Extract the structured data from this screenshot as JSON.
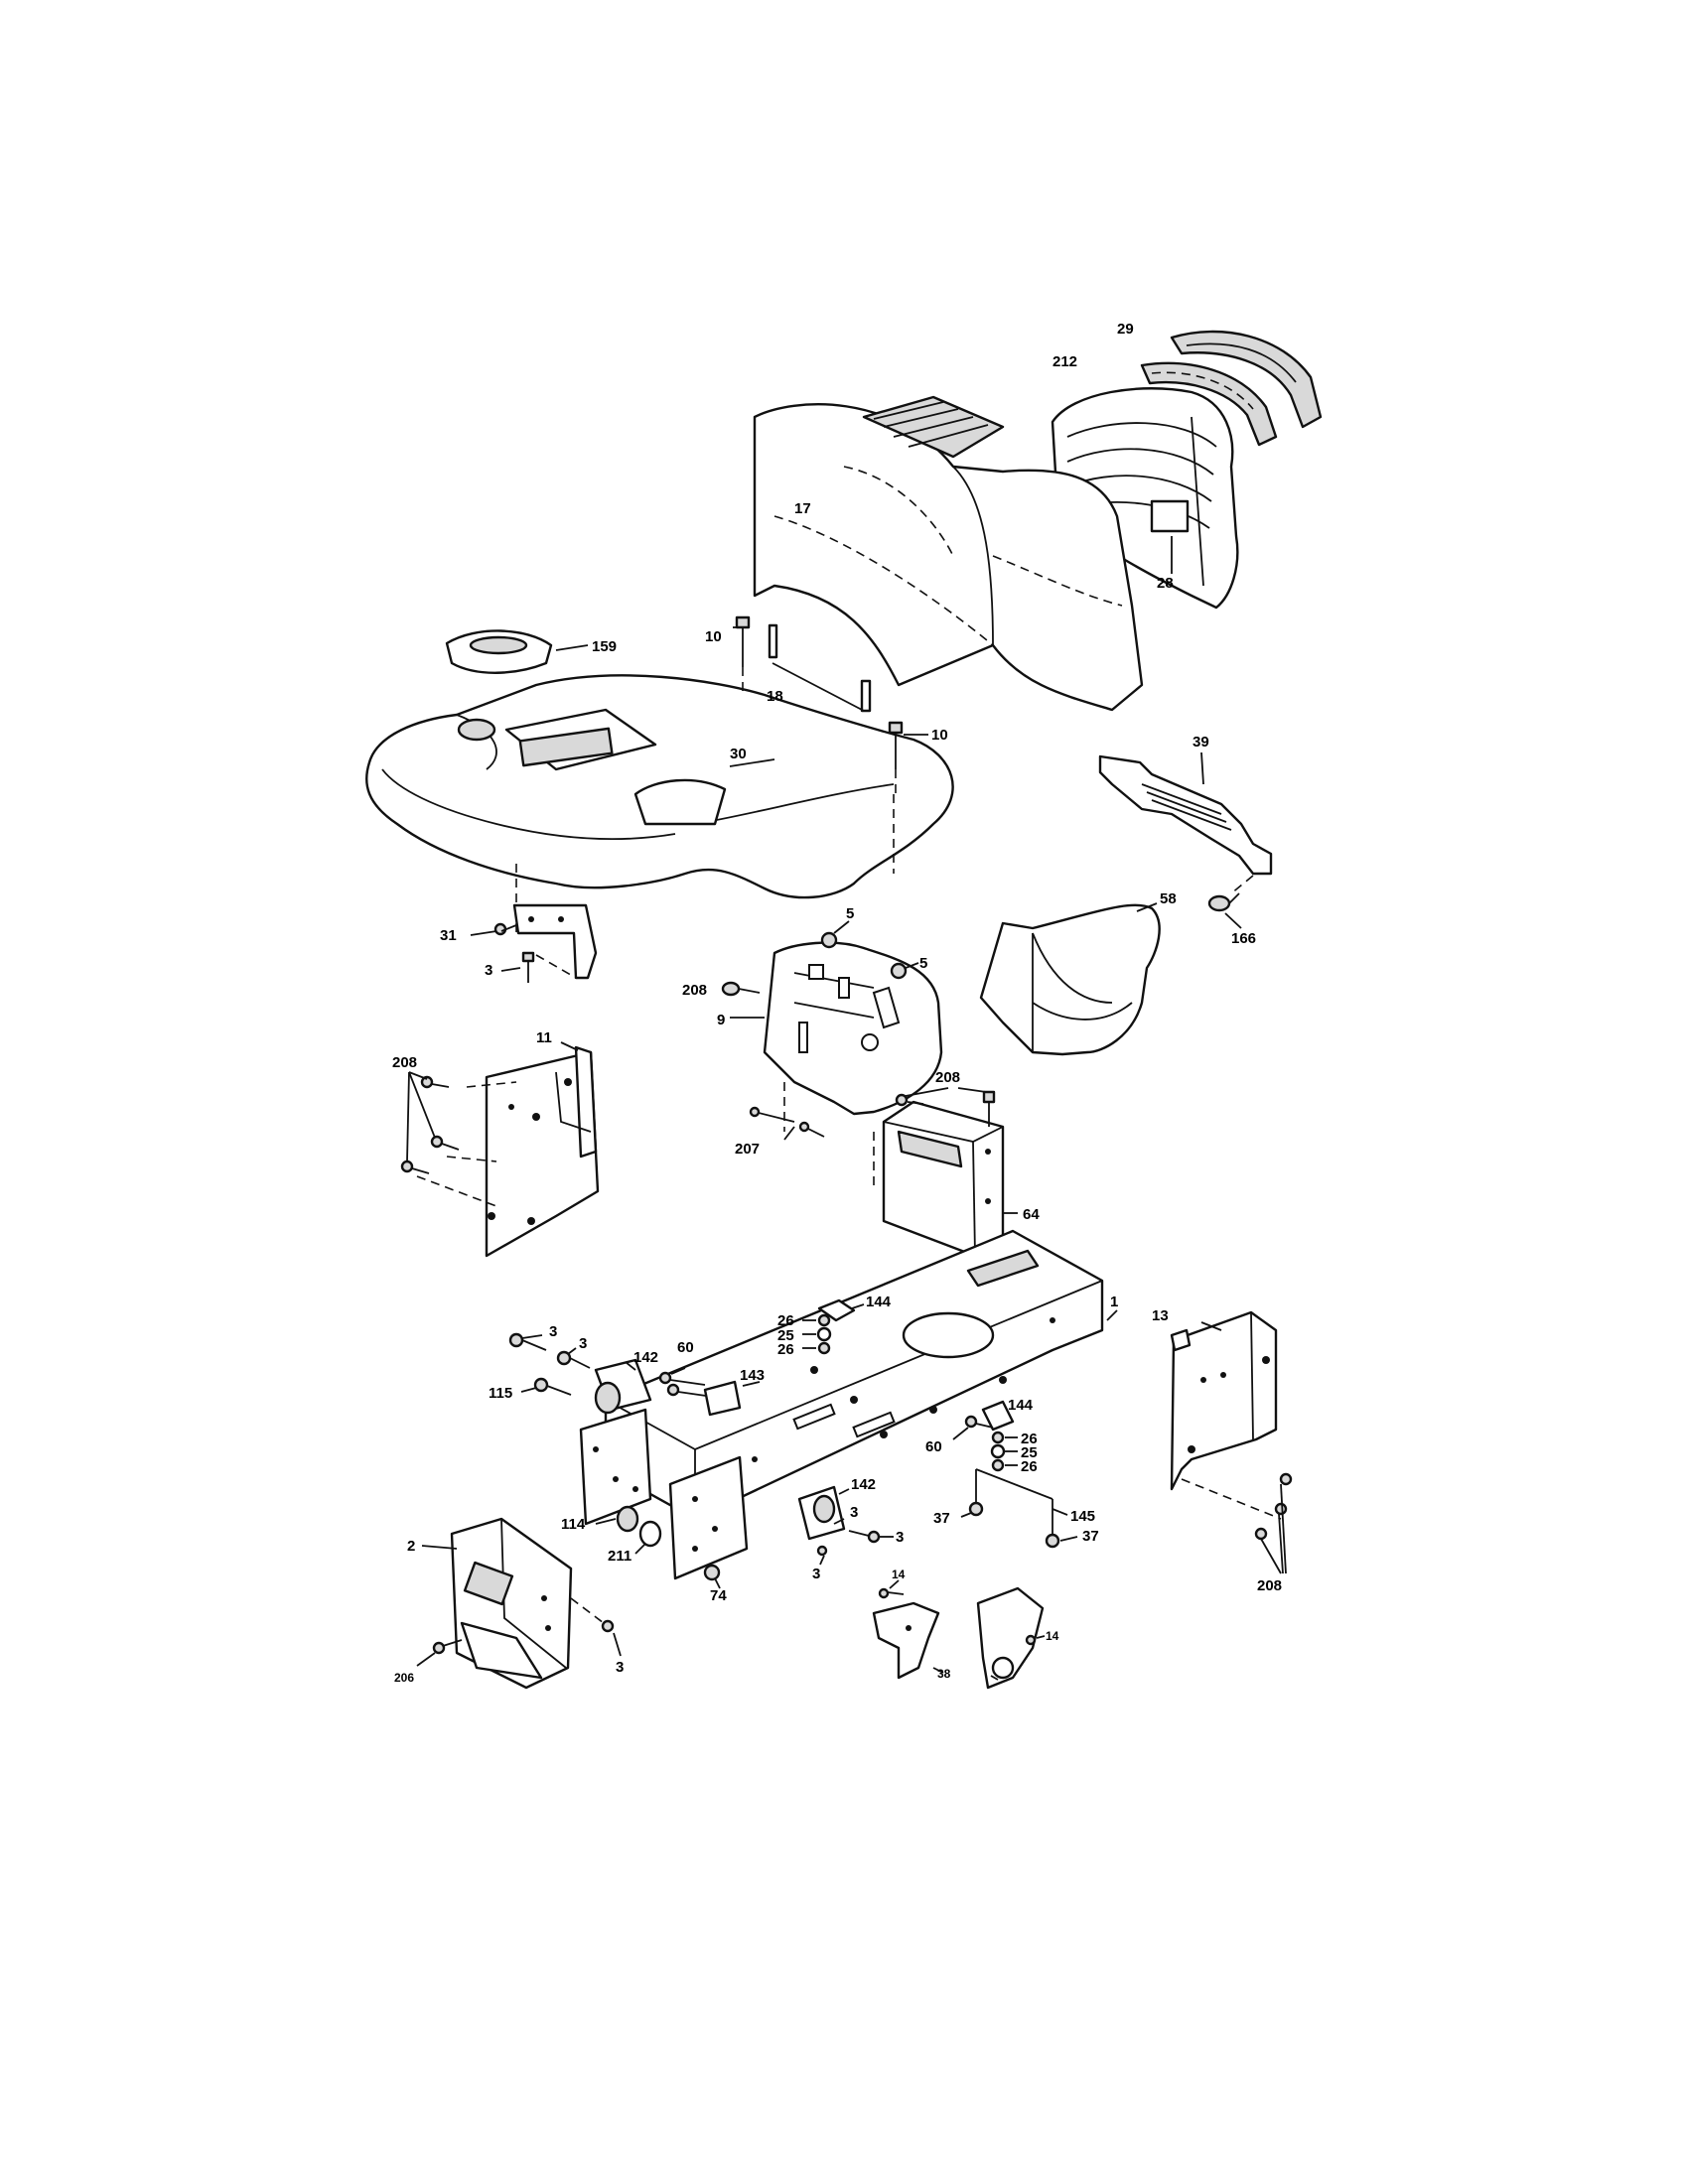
{
  "diagram": {
    "callouts": [
      {
        "label": "29"
      },
      {
        "label": "212"
      },
      {
        "label": "17"
      },
      {
        "label": "28"
      },
      {
        "label": "159"
      },
      {
        "label": "10"
      },
      {
        "label": "18"
      },
      {
        "label": "10"
      },
      {
        "label": "30"
      },
      {
        "label": "39"
      },
      {
        "label": "31"
      },
      {
        "label": "3"
      },
      {
        "label": "5"
      },
      {
        "label": "5"
      },
      {
        "label": "58"
      },
      {
        "label": "166"
      },
      {
        "label": "208"
      },
      {
        "label": "9"
      },
      {
        "label": "208"
      },
      {
        "label": "11"
      },
      {
        "label": "208"
      },
      {
        "label": "207"
      },
      {
        "label": "64"
      },
      {
        "label": "1"
      },
      {
        "label": "144"
      },
      {
        "label": "26"
      },
      {
        "label": "25"
      },
      {
        "label": "26"
      },
      {
        "label": "3"
      },
      {
        "label": "3"
      },
      {
        "label": "60"
      },
      {
        "label": "142"
      },
      {
        "label": "143"
      },
      {
        "label": "115"
      },
      {
        "label": "13"
      },
      {
        "label": "144"
      },
      {
        "label": "26"
      },
      {
        "label": "60"
      },
      {
        "label": "25"
      },
      {
        "label": "26"
      },
      {
        "label": "142"
      },
      {
        "label": "37"
      },
      {
        "label": "145"
      },
      {
        "label": "114"
      },
      {
        "label": "3"
      },
      {
        "label": "3"
      },
      {
        "label": "37"
      },
      {
        "label": "2"
      },
      {
        "label": "211"
      },
      {
        "label": "3"
      },
      {
        "label": "74"
      },
      {
        "label": "208"
      },
      {
        "label": "14"
      },
      {
        "label": "14"
      },
      {
        "label": "206"
      },
      {
        "label": "38"
      },
      {
        "label": "3"
      }
    ]
  }
}
